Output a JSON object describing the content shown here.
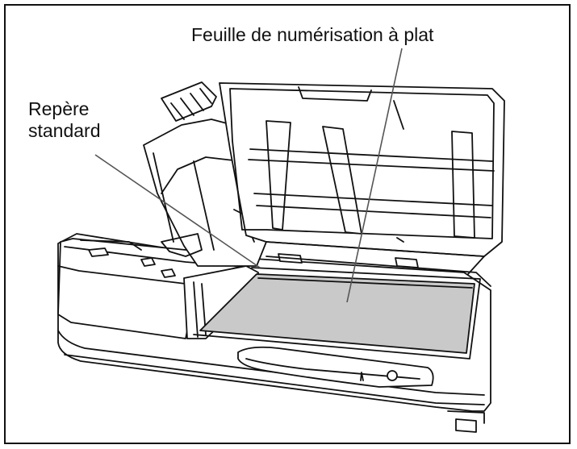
{
  "labels": {
    "flatbed_sheet": "Feuille de numérisation à plat",
    "standard_mark_line1": "Repère",
    "standard_mark_line2": "standard"
  },
  "colors": {
    "outline": "#111111",
    "sheet_fill": "#c9c9c9",
    "body_fill": "#ffffff",
    "leader_line": "#555555"
  }
}
